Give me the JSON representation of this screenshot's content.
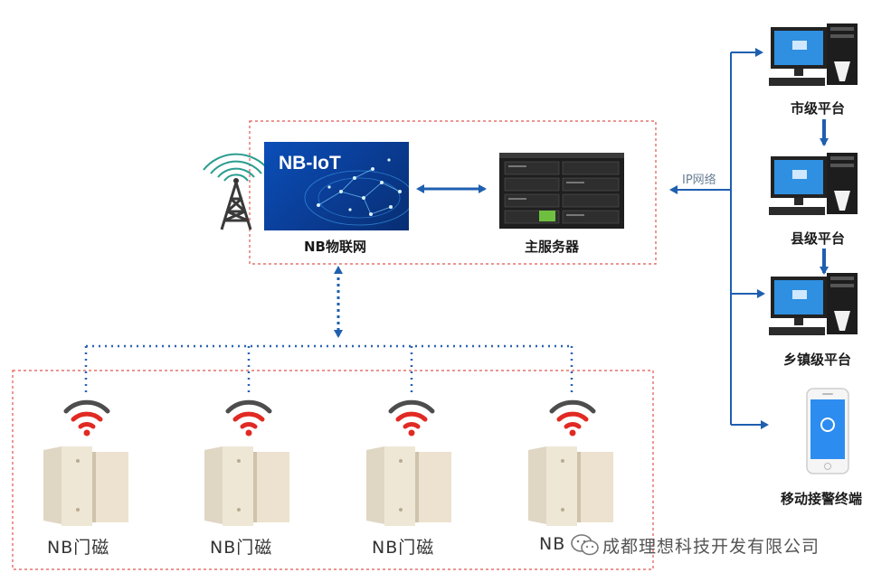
{
  "labels": {
    "nb_iot_title": "NB-IoT",
    "nb_network": "NB物联网",
    "main_server": "主服务器",
    "ip_network": "IP网络",
    "city_platform": "市级平台",
    "county_platform": "县级平台",
    "town_platform": "乡镇级平台",
    "mobile_terminal": "移动接警终端",
    "sensor_1": "NB门磁",
    "sensor_2": "NB门磁",
    "sensor_3": "NB门磁",
    "sensor_4": "NB",
    "watermark": "成都理想科技开发有限公司"
  },
  "colors": {
    "arrow_blue": "#1f5fb0",
    "dashed_red": "#e0564f",
    "dotted_blue": "#2b63b5",
    "nb_panel": "#0a4fb8",
    "wifi_red": "#e02a23",
    "wifi_gray": "#4d4d4d"
  },
  "icons": [
    "cell-tower-icon",
    "server-rack-icon",
    "desktop-computer-icon",
    "smartphone-icon",
    "wifi-signal-icon",
    "door-sensor-icon",
    "wechat-icon"
  ]
}
